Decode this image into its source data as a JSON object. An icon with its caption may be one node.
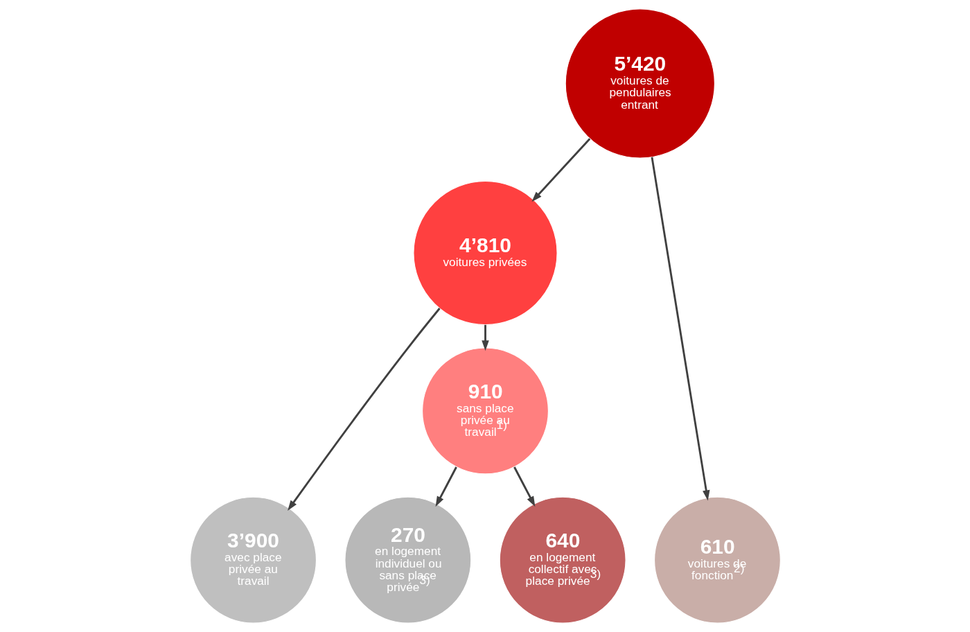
{
  "diagram": {
    "nodes": [
      {
        "text": [
          "5’420",
          "voitures de pendulaires entrant"
        ]
      },
      {
        "text": [
          "4’810",
          "voitures privées"
        ]
      },
      {
        "text": [
          "610",
          "voitures de fonction$^{2)}$"
        ]
      },
      {
        "text": [
          "3’900",
          "avec place privée au travail"
        ]
      },
      {
        "text": [
          "910",
          "sans place privée au travail$^{1)}$"
        ]
      },
      {
        "text": [
          "270",
          "en logement individuel ou sans place privée$^{3)}$"
        ]
      },
      {
        "text": [
          "640",
          "en logement collectif avec place privée$^{3)}$"
        ]
      }
    ],
    "edges": [
      {
        "from": 0,
        "to": 1,
        "arrow": "to"
      },
      {
        "from": 0,
        "to": 2,
        "arrow": "to"
      },
      {
        "from": 1,
        "to": 3,
        "arrow": "to"
      },
      {
        "from": 1,
        "to": 4,
        "arrow": "to"
      },
      {
        "from": 4,
        "to": 5,
        "arrow": "to"
      },
      {
        "from": 4,
        "to": 6,
        "arrow": "to"
      }
    ]
  }
}
